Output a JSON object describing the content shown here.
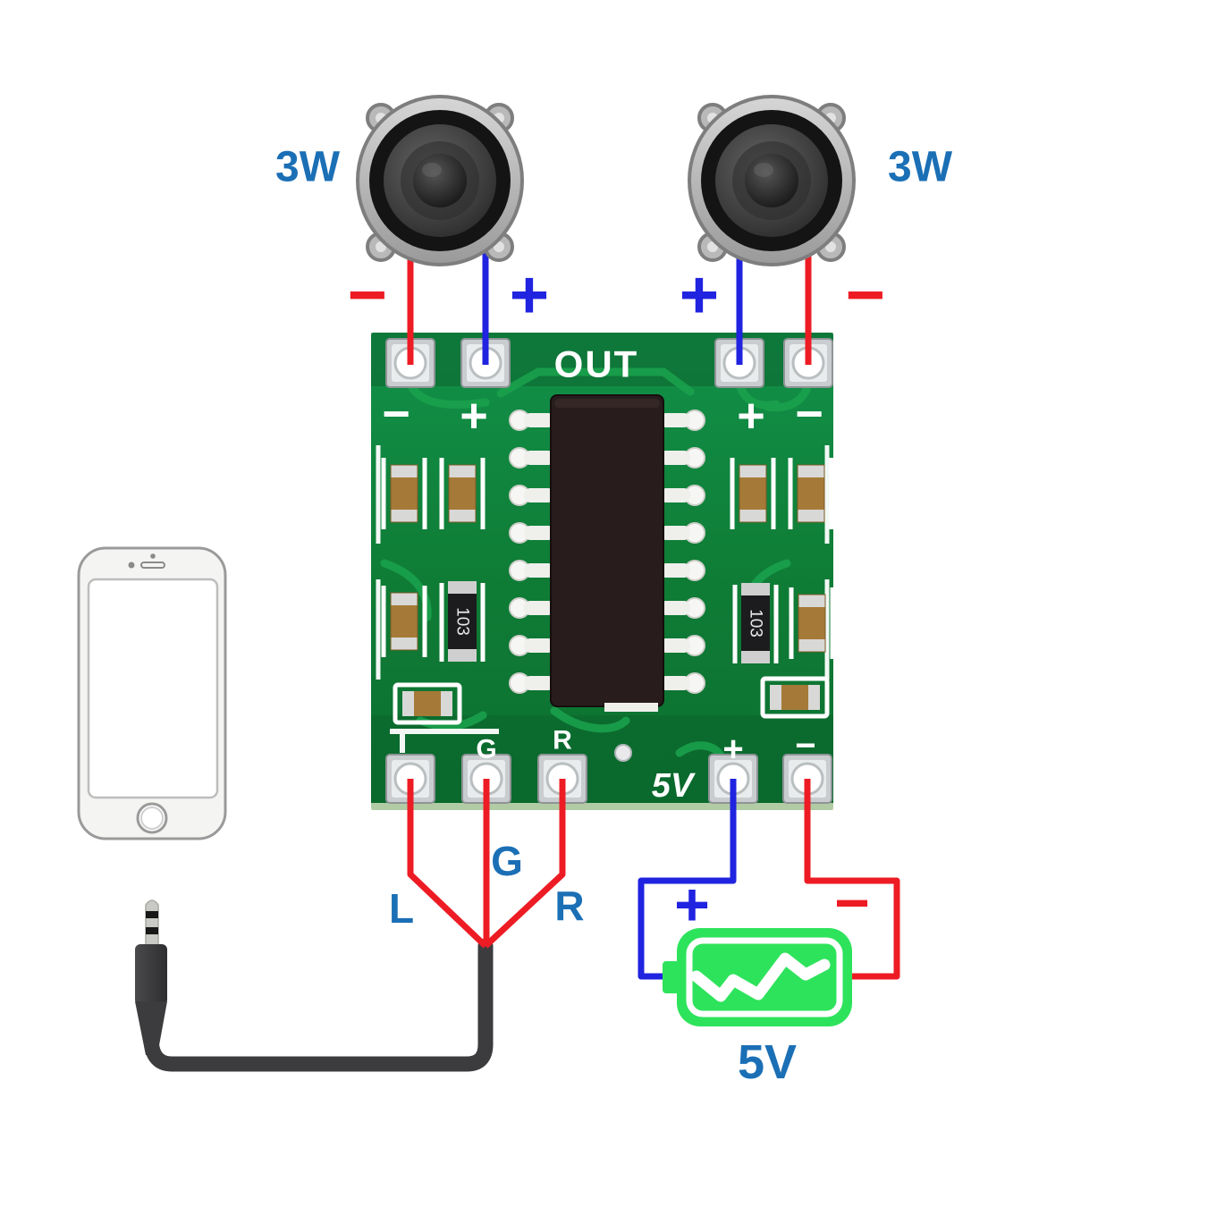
{
  "speakers": {
    "left": {
      "power_label": "3W",
      "negative": "−",
      "positive": "+"
    },
    "right": {
      "power_label": "3W",
      "positive": "+",
      "negative": "−"
    }
  },
  "board": {
    "out_silk": "OUT",
    "power_silk": "5V",
    "silk": {
      "minus": "−",
      "plus": "+",
      "g": "G",
      "r": "R"
    },
    "resistor_code": "103"
  },
  "audio_input": {
    "left": "L",
    "ground": "G",
    "right": "R"
  },
  "battery": {
    "positive": "+",
    "negative": "−",
    "voltage_label": "5V"
  },
  "colors": {
    "wire_red": "#ed1c24",
    "wire_blue": "#2023df",
    "label_blue": "#1b6fb5",
    "silk_white": "#ffffff",
    "board_green": "#0f7d36",
    "trace_green": "#1aa14d",
    "battery_green": "#2ee35c",
    "ic_black": "#281c1c",
    "cable_gray": "#3c3c3e"
  }
}
